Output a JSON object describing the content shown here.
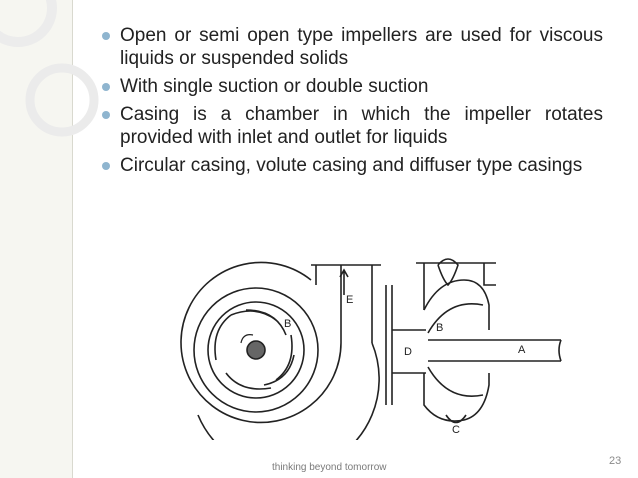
{
  "bullets": [
    "Open or semi open type impellers are used for viscous liquids or suspended solids",
    "With single suction or double suction",
    "Casing is a chamber in which the impeller rotates provided with inlet and outlet for liquids",
    "Circular casing, volute casing and diffuser type casings"
  ],
  "diagram_labels": {
    "e": "E",
    "b_left": "B",
    "b_right": "B",
    "d": "D",
    "a": "A",
    "c": "C"
  },
  "footer": "thinking beyond tomorrow",
  "page_number": "23",
  "colors": {
    "bullet": "#8fb5cf",
    "band": "#f6f6f1"
  }
}
